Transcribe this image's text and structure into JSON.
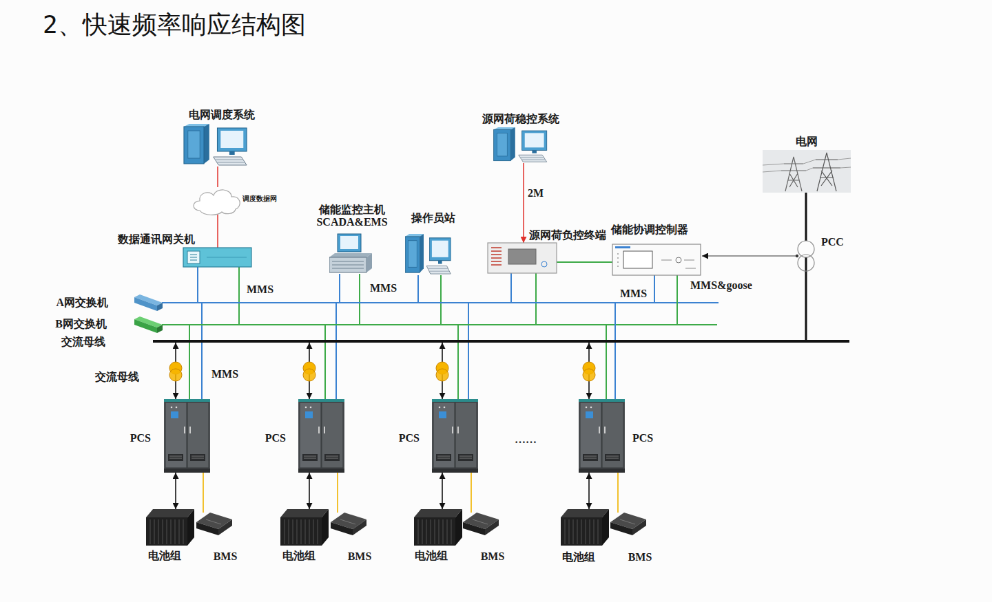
{
  "diagram": {
    "title": "2、快速频率响应结构图",
    "nodes": [
      {
        "text": [
          "电网调度系统"
        ]
      },
      {
        "text": [
          "调度数据网"
        ]
      },
      {
        "text": [
          "源网荷稳控系统"
        ]
      },
      {
        "text": [
          "电网"
        ]
      },
      {
        "text": [
          "储能监控主机 SCADA&EMS"
        ]
      },
      {
        "text": [
          "操作员站"
        ]
      },
      {
        "text": [
          "数据通讯网关机"
        ]
      },
      {
        "text": [
          "源网荷负控终端"
        ]
      },
      {
        "text": [
          "储能协调控制器"
        ]
      },
      {
        "text": [
          "A网交换机"
        ]
      },
      {
        "text": [
          "B网交换机"
        ]
      },
      {
        "text": [
          "交流母线"
        ]
      },
      {
        "text": [
          "PCS"
        ]
      },
      {
        "text": [
          "PCS"
        ]
      },
      {
        "text": [
          "PCS"
        ]
      },
      {
        "text": [
          "PCS"
        ]
      },
      {
        "text": [
          "电池组"
        ]
      },
      {
        "text": [
          "BMS"
        ]
      },
      {
        "text": [
          "电池组"
        ]
      },
      {
        "text": [
          "BMS"
        ]
      },
      {
        "text": [
          "电池组"
        ]
      },
      {
        "text": [
          "BMS"
        ]
      },
      {
        "text": [
          "电池组"
        ]
      },
      {
        "text": [
          "BMS"
        ]
      }
    ],
    "edges": [
      {
        "from": 0,
        "to": 1,
        "arrow": "none"
      },
      {
        "from": 1,
        "to": 6,
        "arrow": "none"
      },
      {
        "from": 2,
        "to": 7,
        "arrow": "to",
        "label": "2M"
      },
      {
        "from": 7,
        "to": 8,
        "arrow": "none"
      },
      {
        "from": 3,
        "to": 11,
        "arrow": "none"
      },
      {
        "from": 6,
        "to": 9,
        "arrow": "none"
      },
      {
        "from": 6,
        "to": 10,
        "arrow": "none"
      },
      {
        "from": 4,
        "to": 9,
        "arrow": "none"
      },
      {
        "from": 4,
        "to": 10,
        "arrow": "none"
      },
      {
        "from": 5,
        "to": 9,
        "arrow": "none"
      },
      {
        "from": 5,
        "to": 10,
        "arrow": "none"
      },
      {
        "from": 7,
        "to": 9,
        "arrow": "none"
      },
      {
        "from": 7,
        "to": 10,
        "arrow": "none"
      },
      {
        "from": 8,
        "to": 9,
        "arrow": "none"
      },
      {
        "from": 8,
        "to": 10,
        "arrow": "none"
      },
      {
        "from": 12,
        "to": 9,
        "arrow": "none"
      },
      {
        "from": 12,
        "to": 10,
        "arrow": "none"
      },
      {
        "from": 12,
        "to": 11,
        "arrow": "both"
      },
      {
        "from": 12,
        "to": 16,
        "arrow": "both"
      },
      {
        "from": 12,
        "to": 17,
        "arrow": "none"
      },
      {
        "from": 13,
        "to": 9,
        "arrow": "none"
      },
      {
        "from": 13,
        "to": 10,
        "arrow": "none"
      },
      {
        "from": 13,
        "to": 11,
        "arrow": "both"
      },
      {
        "from": 13,
        "to": 18,
        "arrow": "both"
      },
      {
        "from": 13,
        "to": 19,
        "arrow": "none"
      },
      {
        "from": 14,
        "to": 9,
        "arrow": "none"
      },
      {
        "from": 14,
        "to": 10,
        "arrow": "none"
      },
      {
        "from": 14,
        "to": 11,
        "arrow": "both"
      },
      {
        "from": 14,
        "to": 20,
        "arrow": "both"
      },
      {
        "from": 14,
        "to": 21,
        "arrow": "none"
      },
      {
        "from": 15,
        "to": 9,
        "arrow": "none"
      },
      {
        "from": 15,
        "to": 10,
        "arrow": "none"
      },
      {
        "from": 15,
        "to": 11,
        "arrow": "both"
      },
      {
        "from": 15,
        "to": 22,
        "arrow": "both"
      },
      {
        "from": 15,
        "to": 23,
        "arrow": "none"
      }
    ],
    "labels": [
      "PCC",
      "MMS",
      "MMS",
      "MMS&goose",
      "MMS",
      "交流母线",
      "MMS",
      "……"
    ]
  }
}
